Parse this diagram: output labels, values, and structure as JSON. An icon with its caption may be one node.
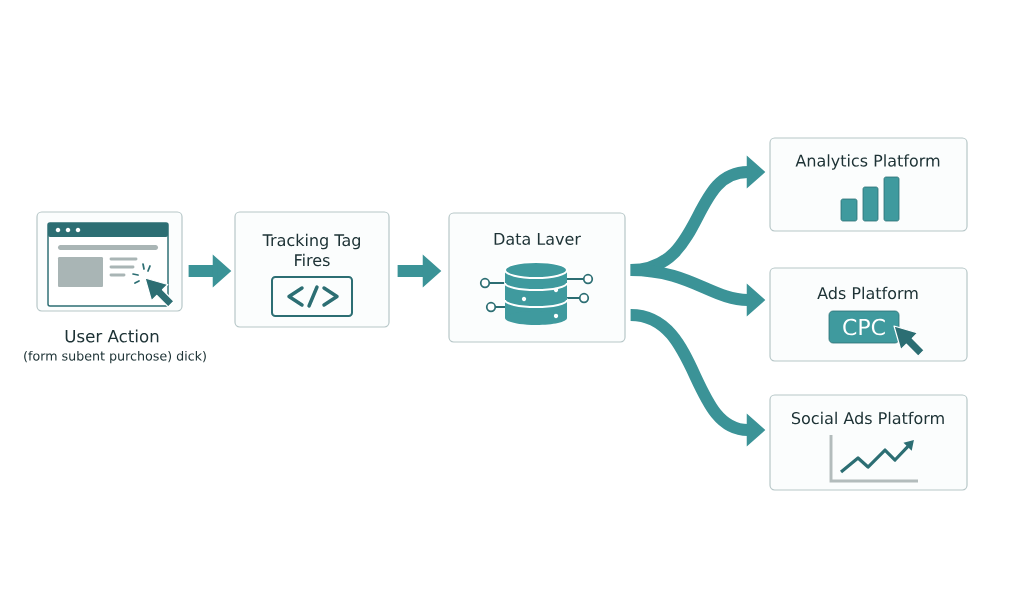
{
  "diagram": {
    "nodes": [
      {
        "text": [
          "User Action",
          "(form subent purchose) dick)"
        ]
      },
      {
        "text": [
          "Tracking Tag Fires"
        ]
      },
      {
        "text": [
          "Data Laver"
        ]
      },
      {
        "text": [
          "Analytics Platform"
        ]
      },
      {
        "text": [
          "Ads Platform"
        ]
      },
      {
        "text": [
          "CPC"
        ],
        "in": 4
      },
      {
        "text": [
          "Social Ads Platform"
        ]
      }
    ],
    "edges": [
      {
        "from": 0,
        "to": 1,
        "arrow": "to"
      },
      {
        "from": 1,
        "to": 2,
        "arrow": "to"
      },
      {
        "from": 2,
        "to": 3,
        "arrow": "to"
      },
      {
        "from": 2,
        "to": 4,
        "arrow": "to"
      },
      {
        "from": 2,
        "to": 6,
        "arrow": "to"
      }
    ]
  }
}
